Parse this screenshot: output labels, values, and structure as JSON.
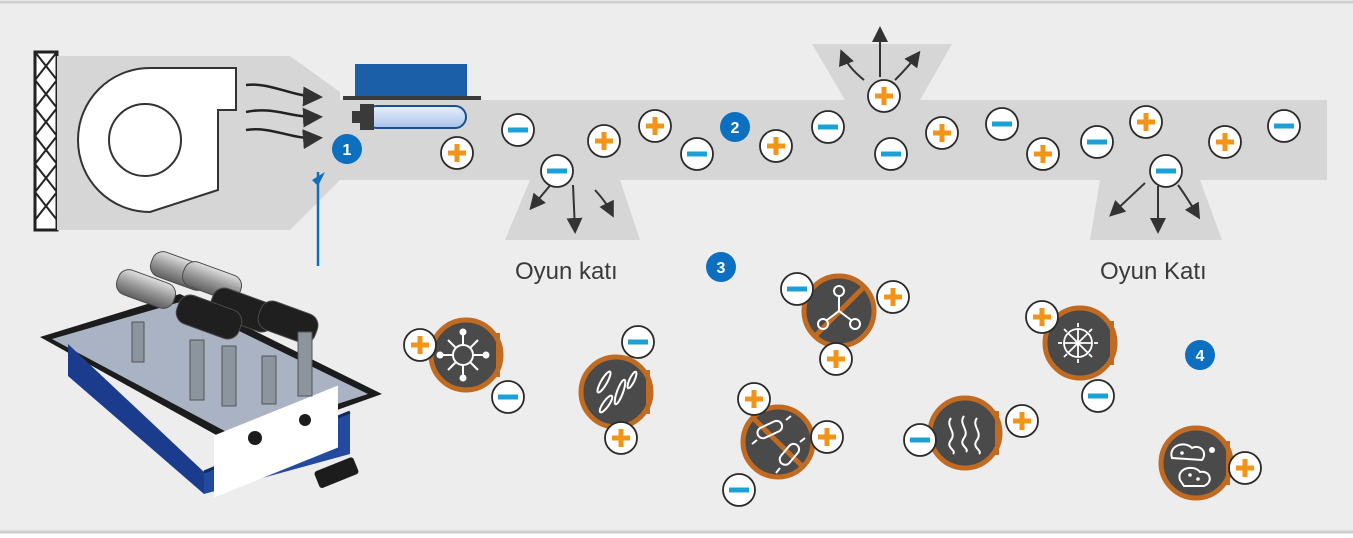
{
  "diagram": {
    "labels": {
      "floor_left": "Oyun katı",
      "floor_right": "Oyun Katı"
    },
    "steps": [
      "1",
      "2",
      "3",
      "4"
    ],
    "colors": {
      "background": "#ededed",
      "duct": "#d6d6d6",
      "accent_blue": "#0c6fc0",
      "ion_plus": "#f29418",
      "ion_minus": "#1aa0d6",
      "pathogen_ring": "#c06a22",
      "pathogen_fill": "#4a4a4a"
    },
    "ion_symbols": {
      "plus": "+",
      "minus": "−"
    },
    "icons": [
      "fan-icon",
      "air-flow-arrows-icon",
      "ionizer-tube-icon",
      "ionizer-device-image",
      "virus-icon",
      "mold-spores-icon",
      "molecule-icon",
      "bacteria-icon",
      "odor-icon",
      "pollen-icon",
      "dust-icon"
    ]
  }
}
